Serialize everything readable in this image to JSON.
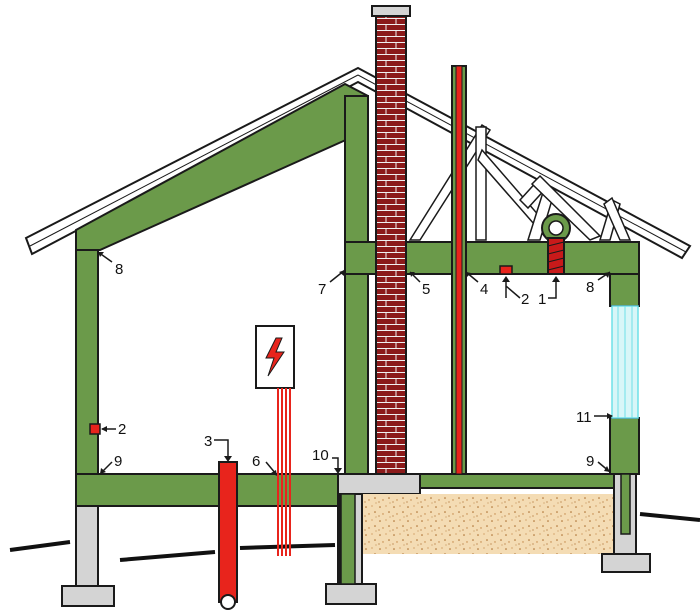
{
  "colors": {
    "wall_green": "#6b9a4a",
    "outline": "#1a1a1a",
    "brick": "#8b1a1a",
    "red": "#e8241c",
    "concrete": "#d4d4d4",
    "gravel": "#f4dcb4",
    "window": "#d8f6f8",
    "ground": "#111111"
  },
  "icons": {
    "panel": "electrical-panel-lightning-icon"
  },
  "callouts": [
    {
      "id": "1",
      "text": "1"
    },
    {
      "id": "2",
      "text": "2"
    },
    {
      "id": "3",
      "text": "3"
    },
    {
      "id": "4",
      "text": "4"
    },
    {
      "id": "5",
      "text": "5"
    },
    {
      "id": "6",
      "text": "6"
    },
    {
      "id": "7",
      "text": "7"
    },
    {
      "id": "8",
      "text": "8"
    },
    {
      "id": "9",
      "text": "9"
    },
    {
      "id": "10",
      "text": "10"
    },
    {
      "id": "11",
      "text": "11"
    }
  ]
}
